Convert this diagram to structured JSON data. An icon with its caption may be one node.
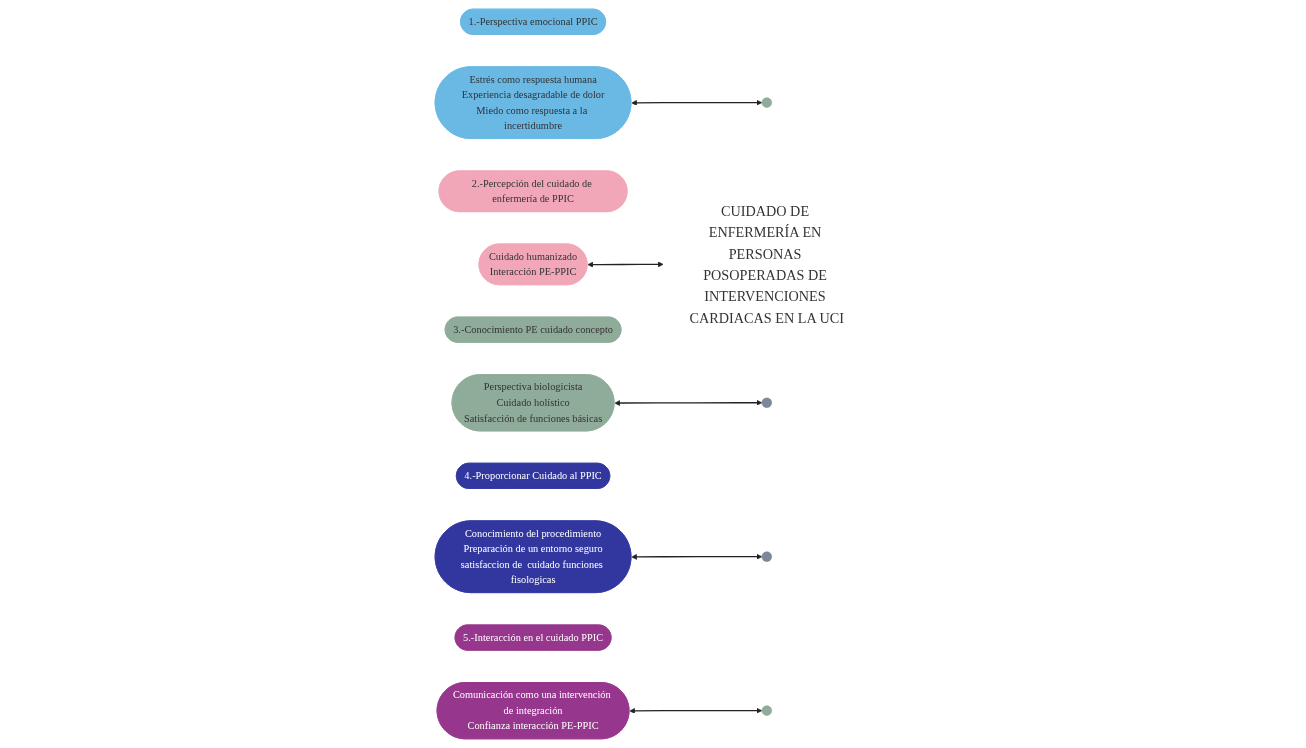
{
  "diagram": {
    "nodes": [
      {
        "text": [
          "CUIDADO DE ENFERMERÍA EN PERSONAS POSOPERADAS DE INTERVENCIONES CARDIACAS EN LA UCI"
        ]
      },
      {
        "text": [],
        "shape": "arc"
      },
      {
        "text": [],
        "shape": "arc"
      },
      {
        "text": [],
        "shape": "arc"
      },
      {
        "text": [],
        "shape": "arc"
      },
      {
        "text": [
          "1.-Perspectiva emocional PPIC"
        ]
      },
      {
        "text": [
          "Estrés como respuesta humana",
          "Experiencia desagradable de dolor",
          "Miedo como respuesta a la incertidumbre"
        ]
      },
      {
        "text": [
          "2.-Percepción del cuidado de enfermería de PPIC"
        ]
      },
      {
        "text": [
          "Cuidado humanizado",
          "Interacción PE-PPIC"
        ]
      },
      {
        "text": [
          "3.-Conocimiento PE cuidado concepto"
        ]
      },
      {
        "text": [
          "Perspectiva biologicista",
          "Cuidado holístico",
          "Satisfacción de funciones básicas"
        ]
      },
      {
        "text": [
          "4.-Proporcionar Cuidado al PPIC"
        ]
      },
      {
        "text": [
          "Conocimiento del procedimiento",
          "Preparación de un entorno seguro",
          "satisfaccion de  cuidado funciones fisologicas"
        ]
      },
      {
        "text": [
          "5.-Interacción en el cuidado PPIC"
        ]
      },
      {
        "text": [
          "Comunicación como una intervención de integración",
          "Confianza interacción PE-PPIC"
        ]
      }
    ],
    "edges": [
      {
        "from": 6,
        "to": 1,
        "arrow": "both"
      },
      {
        "from": 8,
        "to": 0,
        "arrow": "both"
      },
      {
        "from": 10,
        "to": 2,
        "arrow": "both"
      },
      {
        "from": 12,
        "to": 3,
        "arrow": "both"
      },
      {
        "from": 14,
        "to": 4,
        "arrow": "both"
      }
    ]
  }
}
